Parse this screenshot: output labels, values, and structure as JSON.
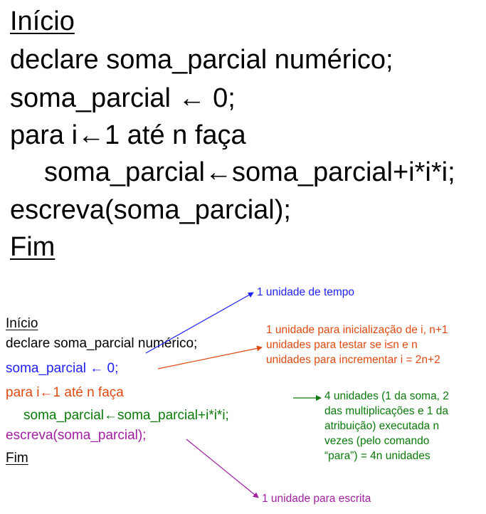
{
  "top": {
    "lines": [
      "Início",
      "declare soma_parcial numérico;",
      "soma_parcial ← 0;",
      "para i←1 até n faça",
      "soma_parcial←soma_parcial+i*i*i;",
      "escreva(soma_parcial);",
      "Fim"
    ]
  },
  "bottom": {
    "lines": [
      "Início",
      "declare soma_parcial numérico;",
      "soma_parcial ← 0;",
      "para i←1 até n faça",
      "soma_parcial←soma_parcial+i*i*i;",
      "escreva(soma_parcial);",
      "Fim"
    ],
    "colors": {
      "black": "#000000",
      "blue": "#1f1fff",
      "orange": "#e04a10",
      "green": "#0a7a0a",
      "purple": "#a020a0"
    }
  },
  "annotations": {
    "blue": "1 unidade de tempo",
    "orange": "1 unidade para inicialização de i, n+1\nunidades para testar se i≤n e n\nunidades para incrementar i = 2n+2",
    "green": "4 unidades (1 da soma, 2\ndas multiplicações e 1 da\natribuição) executada n\nvezes (pelo comando\n“para”) = 4n unidades",
    "purple": "1 unidade para escrita"
  }
}
